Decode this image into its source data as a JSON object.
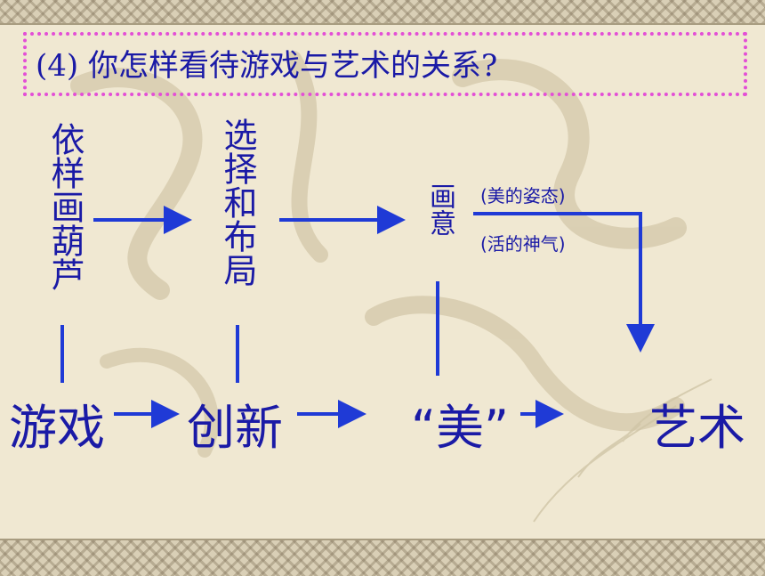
{
  "title": "(4) 你怎样看待游戏与艺术的关系?",
  "top_row": {
    "col1": "依样画葫芦",
    "col2": "选择和布局",
    "col3": "画意",
    "note1": "(美的姿态)",
    "note2": "(活的神气)"
  },
  "bottom_row": {
    "item1": "游戏",
    "item2": "创新",
    "item3": "“美”",
    "item4": "艺术"
  },
  "colors": {
    "text": "#1a1aa6",
    "arrow": "#1f3ad6",
    "title_border": "#e34fd6",
    "background": "#f0e8d2"
  }
}
